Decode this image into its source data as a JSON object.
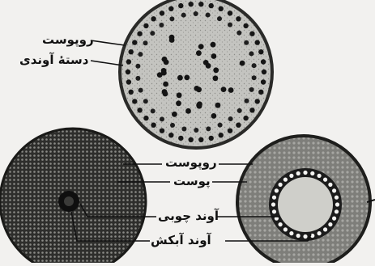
{
  "labels": {
    "top_epidermis": "روپوست",
    "top_vascular_bundle": "دستهٔ آوندی",
    "mid_epidermis": "روپوست",
    "mid_cortex": "پوست",
    "xylem": "آوند چوبی",
    "phloem": "آوند آبکش"
  },
  "colors": {
    "background": "#f2f1ef",
    "ink": "#111111",
    "cross_section_fill": "#b9b9b5",
    "dense_tissue": "#3a3a38",
    "vascular_ring": "#1c1c1c",
    "pith": "#cfcfca"
  }
}
